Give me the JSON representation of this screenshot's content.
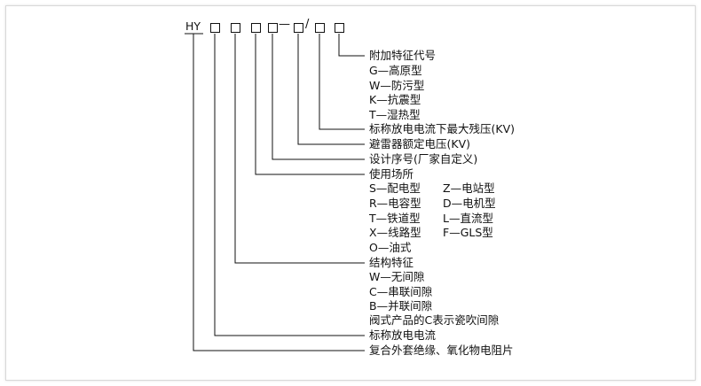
{
  "code": {
    "prefix": "HY",
    "dash": "—",
    "slash": "/"
  },
  "labels": {
    "l1": "附加特征代号",
    "l2": "G—高原型",
    "l3": "W—防污型",
    "l4": "K—抗震型",
    "l5": "T—湿热型",
    "l6": "标称放电电流下最大残压(KV)",
    "l7": "避雷器额定电压(KV)",
    "l8": "设计序号(厂家自定义)",
    "l9": "使用场所",
    "l10a": "S—配电型",
    "l10b": "Z—电站型",
    "l11a": "R—电容型",
    "l11b": "D—电机型",
    "l12a": "T—铁道型",
    "l12b": "L—直流型",
    "l13a": "X—线路型",
    "l13b": "F—GLS型",
    "l14": "O—油式",
    "l15": "结构特征",
    "l16": "W—无间隙",
    "l17": "C—串联间隙",
    "l18": "B—并联间隙",
    "l19": "阀式产品的C表示瓷吹间隙",
    "l20": "标称放电电流",
    "l21": "复合外套绝缘、氧化物电阻片"
  }
}
